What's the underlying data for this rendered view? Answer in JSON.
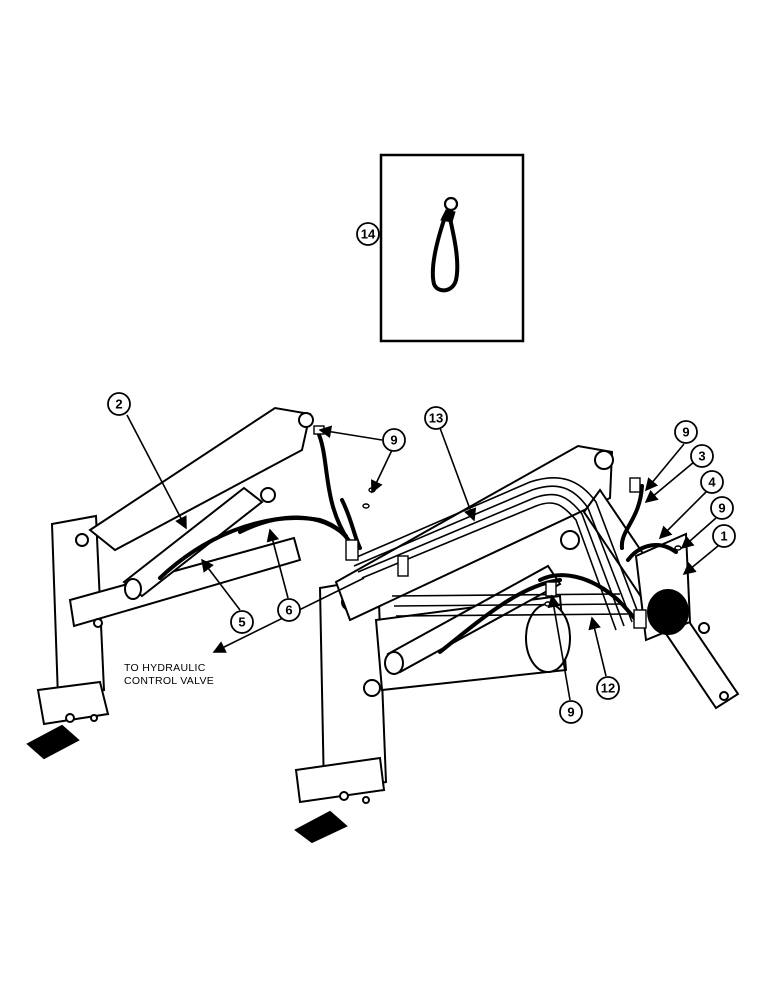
{
  "diagram": {
    "note_line1": "TO HYDRAULIC",
    "note_line2": "CONTROL VALVE",
    "callouts": [
      {
        "id": "callout-14",
        "label": "14"
      },
      {
        "id": "callout-2",
        "label": "2"
      },
      {
        "id": "callout-13",
        "label": "13"
      },
      {
        "id": "callout-9-top",
        "label": "9"
      },
      {
        "id": "callout-9-right",
        "label": "9"
      },
      {
        "id": "callout-3",
        "label": "3"
      },
      {
        "id": "callout-4",
        "label": "4"
      },
      {
        "id": "callout-9-mid",
        "label": "9"
      },
      {
        "id": "callout-1",
        "label": "1"
      },
      {
        "id": "callout-5",
        "label": "5"
      },
      {
        "id": "callout-6",
        "label": "6"
      },
      {
        "id": "callout-12",
        "label": "12"
      },
      {
        "id": "callout-9-bottom",
        "label": "9"
      }
    ]
  }
}
